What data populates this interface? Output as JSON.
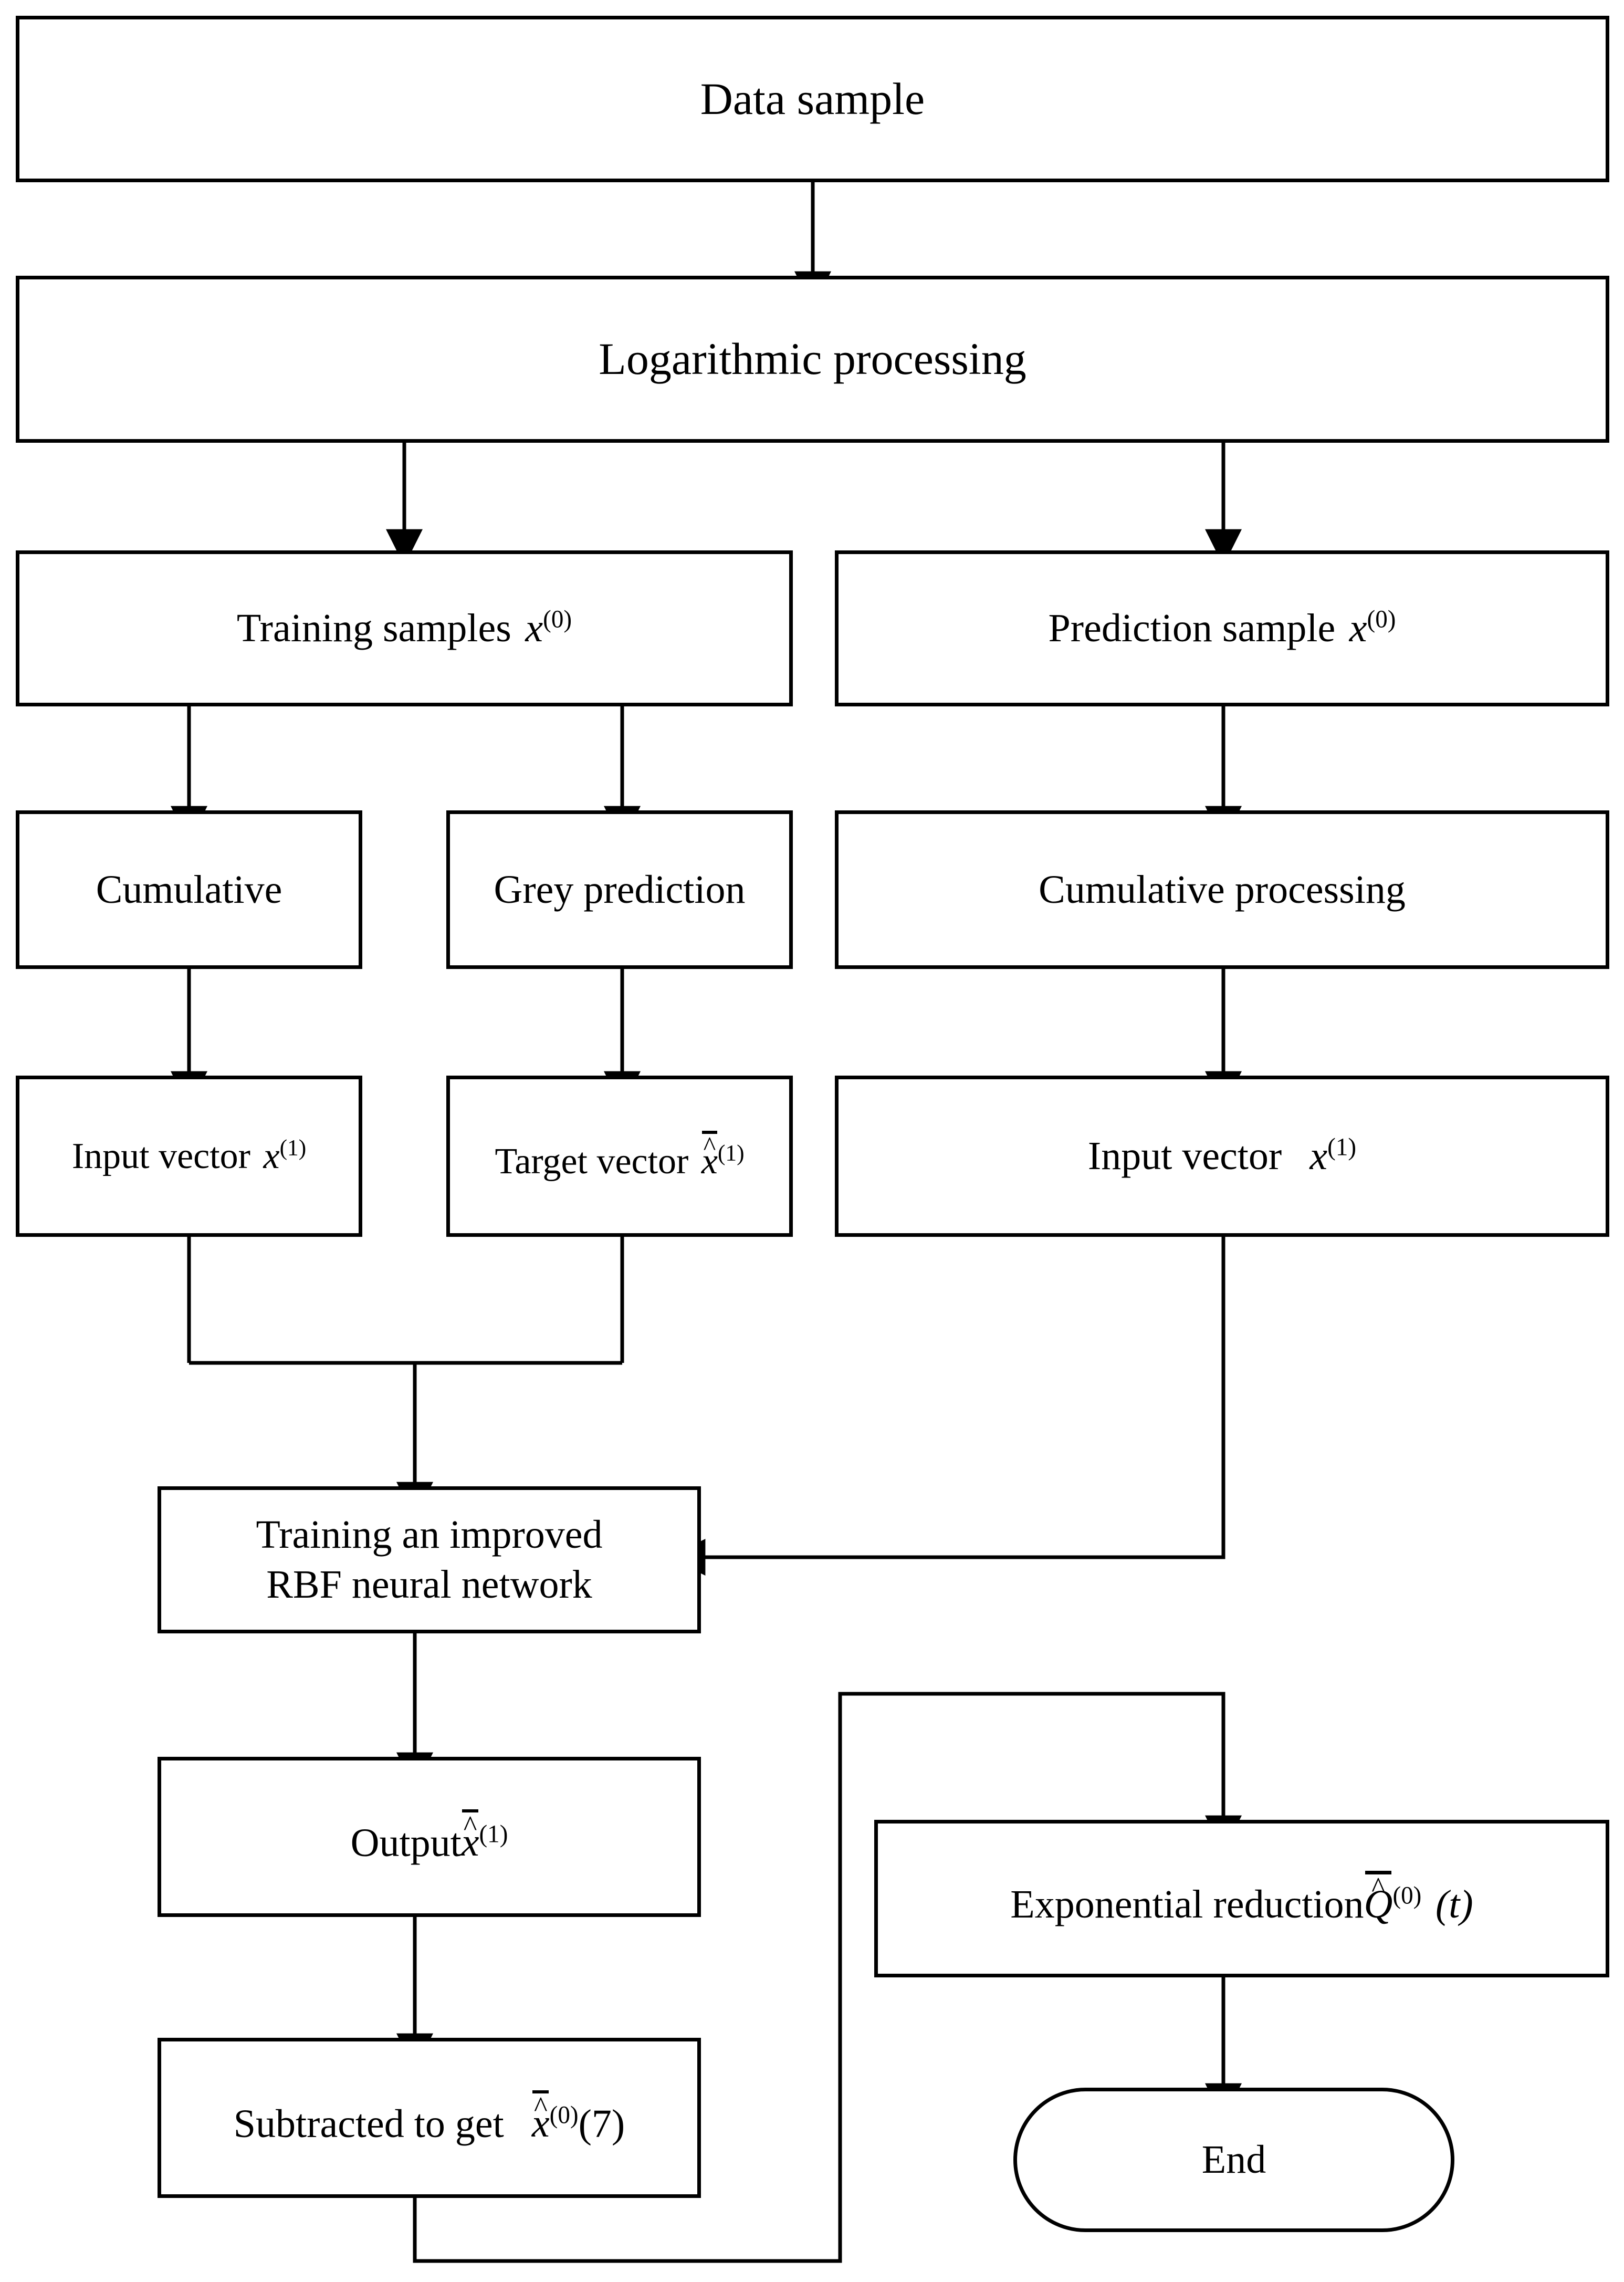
{
  "diagram": {
    "type": "flowchart",
    "title": "Improved RBF neural network grey prediction flowchart",
    "colors": {
      "stroke": "#000000",
      "fill": "#ffffff",
      "text": "#000000"
    },
    "nodes": [
      {
        "id": "data-sample",
        "shape": "rect",
        "text": "Data sample"
      },
      {
        "id": "logarithmic-processing",
        "shape": "rect",
        "text": "Logarithmic processing"
      },
      {
        "id": "training-samples",
        "shape": "rect",
        "text": "Training samples",
        "math": "x(0)"
      },
      {
        "id": "prediction-sample",
        "shape": "rect",
        "text": "Prediction sample",
        "math": "x(0)"
      },
      {
        "id": "cumulative",
        "shape": "rect",
        "text": "Cumulative"
      },
      {
        "id": "grey-prediction",
        "shape": "rect",
        "text": "Grey prediction"
      },
      {
        "id": "cumulative-processing",
        "shape": "rect",
        "text": "Cumulative processing"
      },
      {
        "id": "input-vector-left",
        "shape": "rect",
        "text": "Input vector",
        "math": "x(1)"
      },
      {
        "id": "target-vector",
        "shape": "rect",
        "text": "Target vector",
        "math": "x-hat-bar(1)"
      },
      {
        "id": "input-vector-right",
        "shape": "rect",
        "text": "Input vector",
        "math": "x(1)"
      },
      {
        "id": "rbf-training",
        "shape": "rect",
        "text_line1": "Training an improved",
        "text_line2": "RBF neural network"
      },
      {
        "id": "output",
        "shape": "rect",
        "text": "Output",
        "math": "x-hat-bar(1)"
      },
      {
        "id": "exponential-reduction",
        "shape": "rect",
        "text": "Exponential reduction",
        "math": "Q-hat-bar(0) (t)"
      },
      {
        "id": "subtracted-to-get",
        "shape": "rect",
        "text": "Subtracted to get",
        "math": "x-hat-bar(0) (7)"
      },
      {
        "id": "end",
        "shape": "terminal",
        "text": "End"
      }
    ],
    "labels": {
      "data_sample": "Data sample",
      "logarithmic_processing": "Logarithmic processing",
      "training_samples": "Training samples",
      "prediction_sample": "Prediction sample",
      "cumulative": "Cumulative",
      "grey_prediction": "Grey prediction",
      "cumulative_processing": "Cumulative processing",
      "input_vector": "Input vector",
      "target_vector": "Target vector",
      "rbf_line1": "Training an improved",
      "rbf_line2": "RBF neural network",
      "output": "Output",
      "exponential_reduction": "Exponential reduction",
      "subtracted_to_get": "Subtracted to get",
      "end": "End"
    },
    "math_symbols": {
      "x": "x",
      "Q": "Q",
      "hat": "^",
      "sup_0": "(0)",
      "sup_1": "(1)",
      "t_arg": "(t)",
      "seven_arg": "(7)"
    },
    "edges": [
      {
        "from": "data-sample",
        "to": "logarithmic-processing",
        "style": "straight-down",
        "arrow": true
      },
      {
        "from": "logarithmic-processing",
        "to": "training-samples",
        "style": "straight-down",
        "arrow": true
      },
      {
        "from": "logarithmic-processing",
        "to": "prediction-sample",
        "style": "straight-down",
        "arrow": true
      },
      {
        "from": "training-samples",
        "to": "cumulative",
        "style": "straight-down",
        "arrow": true
      },
      {
        "from": "training-samples",
        "to": "grey-prediction",
        "style": "straight-down",
        "arrow": true
      },
      {
        "from": "prediction-sample",
        "to": "cumulative-processing",
        "style": "straight-down",
        "arrow": true
      },
      {
        "from": "cumulative",
        "to": "input-vector-left",
        "style": "straight-down",
        "arrow": true
      },
      {
        "from": "grey-prediction",
        "to": "target-vector",
        "style": "straight-down",
        "arrow": true
      },
      {
        "from": "cumulative-processing",
        "to": "input-vector-right",
        "style": "straight-down",
        "arrow": true
      },
      {
        "from": "input-vector-left",
        "to": "rbf-training",
        "style": "merge-down",
        "arrow": true
      },
      {
        "from": "target-vector",
        "to": "rbf-training",
        "style": "merge-down",
        "arrow": true
      },
      {
        "from": "input-vector-right",
        "to": "rbf-training",
        "style": "elbow-left",
        "arrow": true
      },
      {
        "from": "rbf-training",
        "to": "output",
        "style": "straight-down",
        "arrow": true
      },
      {
        "from": "output",
        "to": "subtracted-to-get",
        "style": "straight-down",
        "arrow": true
      },
      {
        "from": "subtracted-to-get",
        "to": "exponential-reduction",
        "style": "loop-bottom-right",
        "arrow": true
      },
      {
        "from": "exponential-reduction",
        "to": "end",
        "style": "straight-down",
        "arrow": true
      }
    ]
  }
}
